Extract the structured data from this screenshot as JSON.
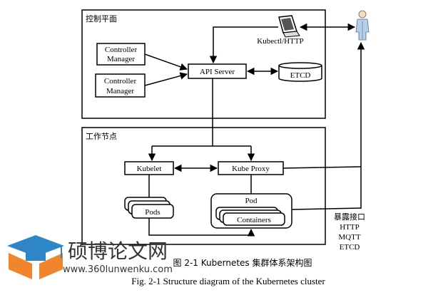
{
  "diagram": {
    "control_plane_label": "控制平面",
    "worker_node_label": "工作节点",
    "controller_manager_1": [
      "Controller",
      "Manager"
    ],
    "controller_manager_2": [
      "Controller",
      "Manager"
    ],
    "api_server": "API Server",
    "etcd": "ETCD",
    "kubectl": "Kubectl/HTTP",
    "kubelet": "Kubelet",
    "kube_proxy": "Kube Proxy",
    "pods": "Pods",
    "pod": "Pod",
    "containers": "Containers",
    "exposed_interfaces": [
      "暴露接口",
      "HTTP",
      "MQTT",
      "ETCD"
    ]
  },
  "captions": {
    "cn": "图 2-1 Kubernetes 集群体系架构图",
    "en": "Fig. 2-1 Structure diagram of the Kubernetes cluster"
  },
  "watermark": {
    "brand": "硕博论文网",
    "url": "www.360lunwenku.com"
  }
}
